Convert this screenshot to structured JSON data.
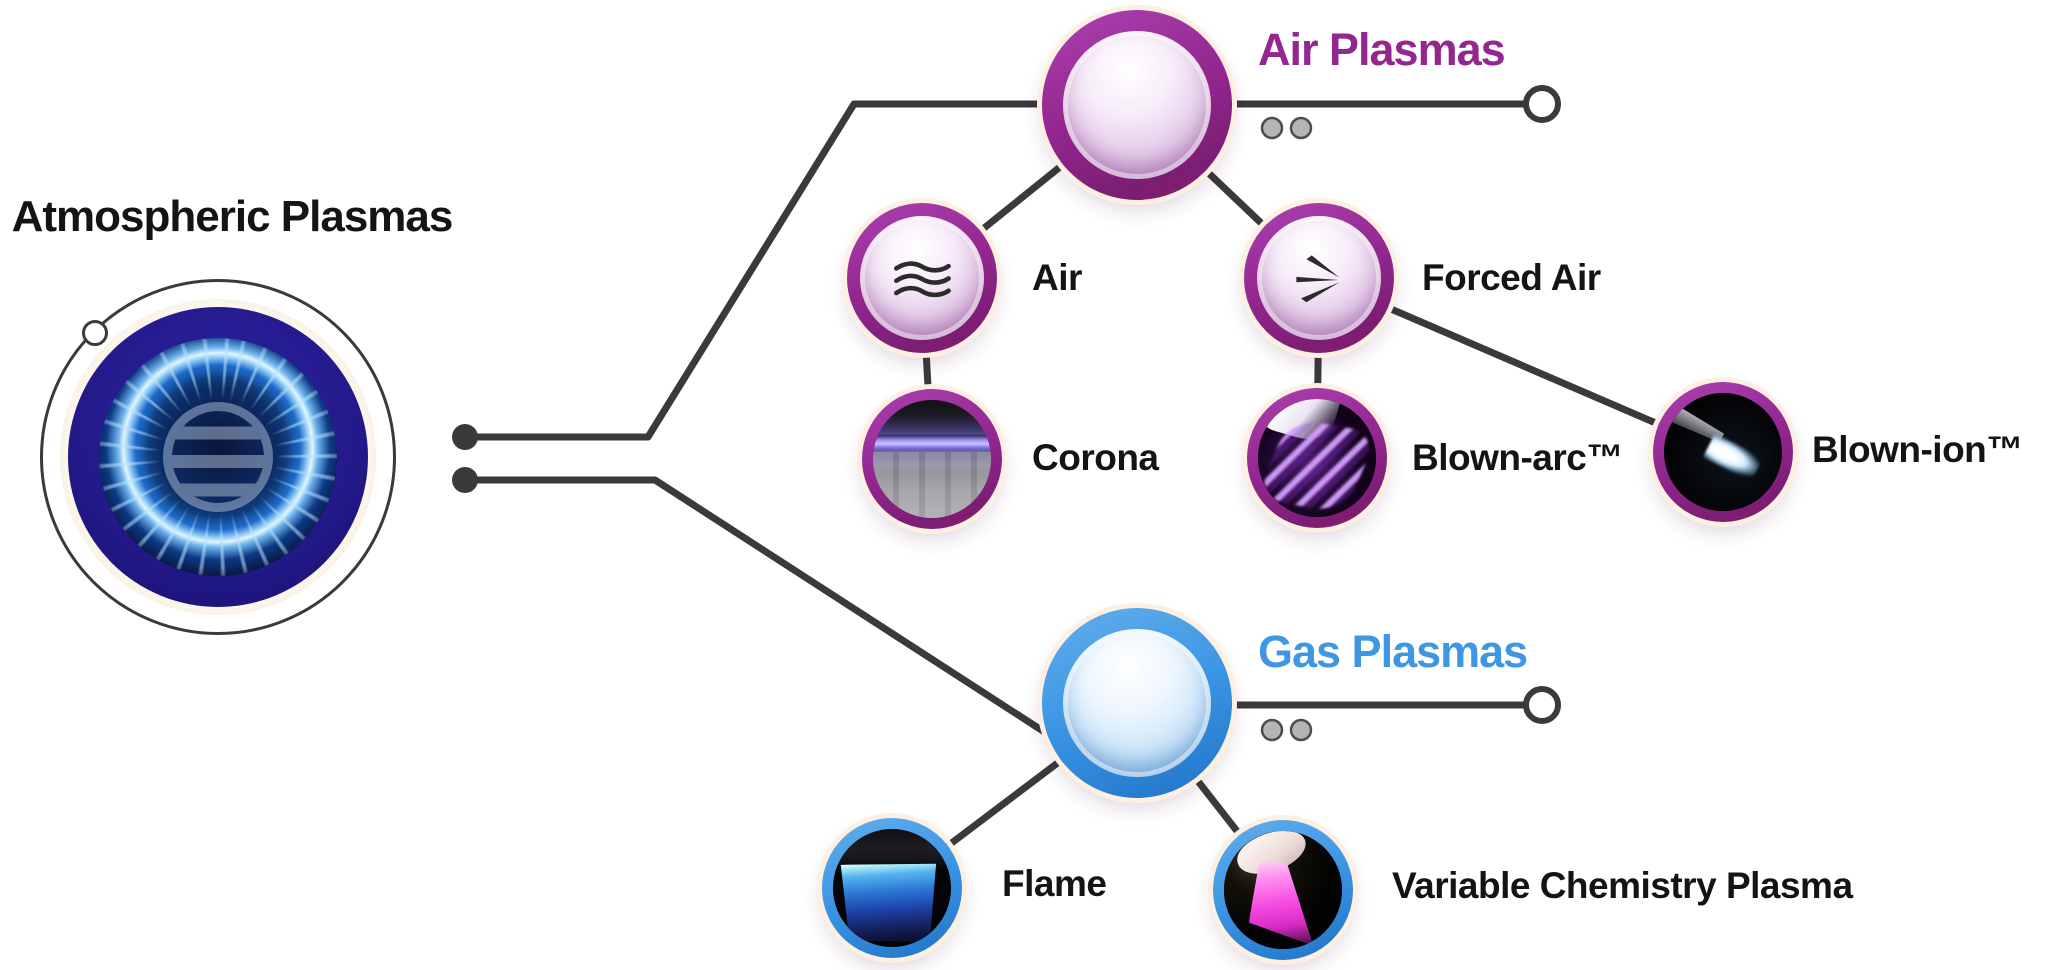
{
  "palette": {
    "line_color": "#3a3a3a",
    "purple_accent": "#93278f",
    "blue_accent": "#3f97e3",
    "navy_ring": "#231a8c",
    "halo_cream": "#fdf0e2"
  },
  "diagram": {
    "root": {
      "label": "Atmospheric Plasmas",
      "image": "blue-plasma-ball-photo"
    },
    "branches": [
      {
        "id": "air-plasmas",
        "label": "Air Plasmas",
        "accent": "#93278f",
        "children": [
          {
            "id": "air",
            "label": "Air",
            "icon": "air-waves-icon",
            "children": [
              {
                "id": "corona",
                "label": "Corona",
                "image": "corona-treater-photo"
              }
            ]
          },
          {
            "id": "forced-air",
            "label": "Forced Air",
            "icon": "forced-air-streams-icon",
            "children": [
              {
                "id": "blown-arc",
                "label": "Blown-arc™",
                "image": "blown-arc-discharge-photo"
              },
              {
                "id": "blown-ion",
                "label": "Blown-ion™",
                "image": "blown-ion-jet-photo"
              }
            ]
          }
        ]
      },
      {
        "id": "gas-plasmas",
        "label": "Gas Plasmas",
        "accent": "#3f97e3",
        "children": [
          {
            "id": "flame",
            "label": "Flame",
            "image": "blue-flame-photo"
          },
          {
            "id": "variable-chemistry-plasma",
            "label": "Variable Chemistry Plasma",
            "image": "pink-plasma-jet-photo"
          }
        ]
      }
    ]
  }
}
